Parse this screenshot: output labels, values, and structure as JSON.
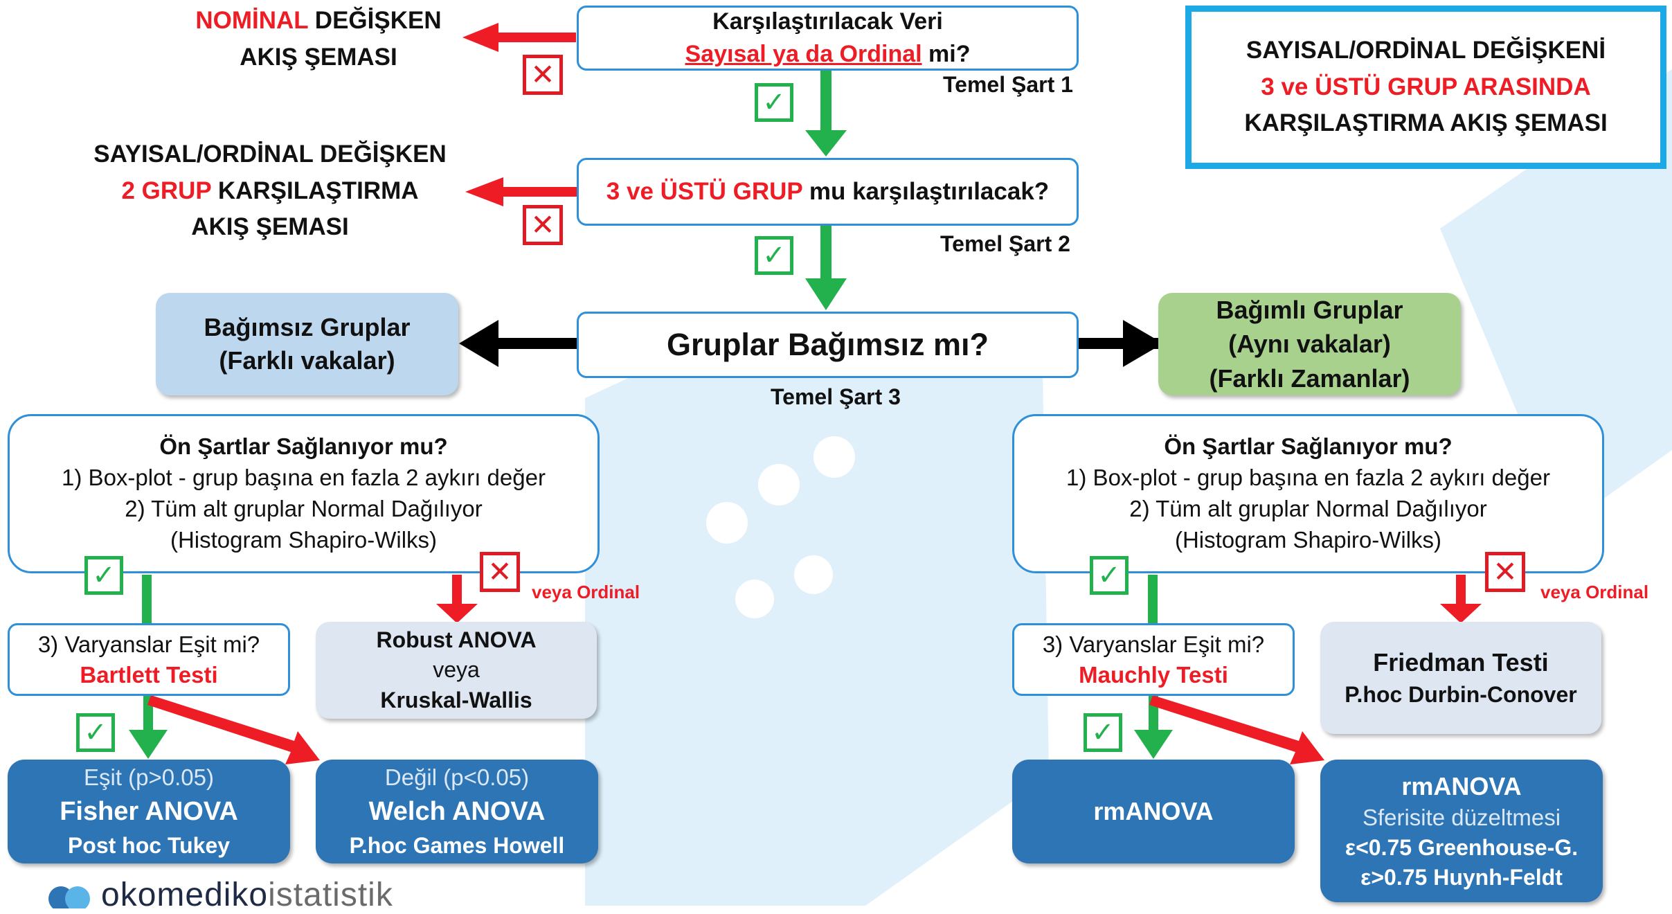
{
  "title_box": {
    "line1": "SAYISAL/ORDİNAL DEĞİŞKENİ",
    "line2": "3 ve ÜSTÜ GRUP ARASINDA",
    "line3": "KARŞILAŞTIRMA AKIŞ ŞEMASI"
  },
  "q1": {
    "line1": "Karşılaştırılacak  Veri",
    "line2_red": "Sayısal  ya da Ordinal",
    "line2_black": " mi?",
    "condition": "Temel Şart 1"
  },
  "nominal": {
    "red": "NOMİNAL",
    "rest": " DEĞİŞKEN",
    "line2": "AKIŞ ŞEMASI"
  },
  "q2": {
    "red": "3 ve ÜSTÜ GRUP",
    "black": " mu karşılaştırılacak?",
    "condition": "Temel Şart 2"
  },
  "two_group": {
    "line1": "SAYISAL/ORDİNAL DEĞİŞKEN",
    "line2_red": "2 GRUP",
    "line2_black": " KARŞILAŞTIRMA",
    "line3": "AKIŞ ŞEMASI"
  },
  "q3": {
    "text": "Gruplar Bağımsız mı?",
    "condition": "Temel Şart 3"
  },
  "independent": {
    "line1": "Bağımsız Gruplar",
    "line2": "(Farklı vakalar)"
  },
  "dependent": {
    "line1": "Bağımlı Gruplar",
    "line2": "(Aynı vakalar)",
    "line3": "(Farklı Zamanlar)"
  },
  "prereq_left": {
    "title": "Ön Şartlar Sağlanıyor mu?",
    "item1": "1) Box-plot - grup başına en fazla 2 aykırı değer",
    "item2": "2) Tüm alt gruplar Normal Dağılıyor",
    "item3": "(Histogram Shapiro-Wilks)"
  },
  "prereq_right": {
    "title": "Ön Şartlar Sağlanıyor mu?",
    "item1": "1) Box-plot - grup başına en fazla 2 aykırı değer",
    "item2": "2) Tüm alt gruplar Normal Dağılıyor",
    "item3": "(Histogram Shapiro-Wilks)"
  },
  "or_ordinal_left": "veya Ordinal",
  "or_ordinal_right": "veya Ordinal",
  "variance_left": {
    "line1": "3) Varyanslar Eşit mi?",
    "test": "Bartlett Testi"
  },
  "variance_right": {
    "line1": "3) Varyanslar Eşit mi?",
    "test": "Mauchly Testi"
  },
  "robust": {
    "line1": "Robust ANOVA",
    "line2": "veya",
    "line3": "Kruskal-Wallis"
  },
  "friedman": {
    "line1": "Friedman  Testi",
    "line2": "P.hoc Durbin-Conover"
  },
  "fisher": {
    "line1": "Eşit (p>0.05)",
    "line2": "Fisher ANOVA",
    "line3": "Post hoc Tukey"
  },
  "welch": {
    "line1": "Değil (p<0.05)",
    "line2": "Welch ANOVA",
    "line3": "P.hoc Games Howell"
  },
  "rmanova": {
    "label": "rmANOVA"
  },
  "rmanova_corr": {
    "line1": "rmANOVA",
    "line2": "Sferisite düzeltmesi",
    "line3": "ε<0.75 Greenhouse-G.",
    "line4": "ε>0.75 Huynh-Feldt"
  },
  "icons": {
    "check": "✓",
    "cross": "✕"
  },
  "logo": {
    "brand": "okomediko",
    "suffix": "istatistik"
  },
  "colors": {
    "red": "#ee1c25",
    "green": "#22b14c",
    "blue_border": "#2f8fd9",
    "title_border": "#1da8e6",
    "result_blue": "#2e75b6",
    "independent_fill": "#bdd7ee",
    "dependent_fill": "#a9d18e"
  }
}
